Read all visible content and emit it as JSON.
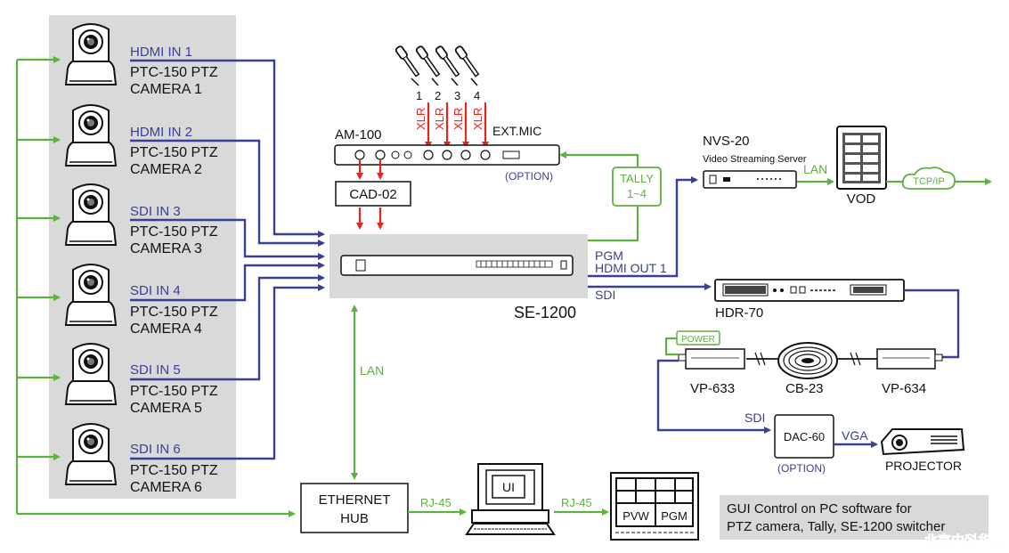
{
  "cameras": [
    {
      "input": "HDMI IN 1",
      "model": "PTC-150 PTZ",
      "name": "CAMERA 1"
    },
    {
      "input": "HDMI IN 2",
      "model": "PTC-150 PTZ",
      "name": "CAMERA 2"
    },
    {
      "input": "SDI IN 3",
      "model": "PTC-150 PTZ",
      "name": "CAMERA 3"
    },
    {
      "input": "SDI IN 4",
      "model": "PTC-150 PTZ",
      "name": "CAMERA 4"
    },
    {
      "input": "SDI IN 5",
      "model": "PTC-150 PTZ",
      "name": "CAMERA 5"
    },
    {
      "input": "SDI IN 6",
      "model": "PTC-150 PTZ",
      "name": "CAMERA 6"
    }
  ],
  "mics": [
    "1",
    "2",
    "3",
    "4"
  ],
  "labels": {
    "xlr": "XLR",
    "am100": "AM-100",
    "ext_mic": "EXT.MIC",
    "option": "(OPTION)",
    "cad02": "CAD-02",
    "tally": "TALLY",
    "tally_range": "1~4",
    "nvs20": "NVS-20",
    "streaming": "Video Streaming Server",
    "lan": "LAN",
    "vod": "VOD",
    "tcpip": "TCP/IP",
    "pgm": "PGM",
    "hdmi_out": "HDMI OUT 1",
    "sdi": "SDI",
    "se1200": "SE-1200",
    "hdr70": "HDR-70",
    "power": "POWER",
    "vp633": "VP-633",
    "cb23": "CB-23",
    "vp634": "VP-634",
    "dac60": "DAC-60",
    "vga": "VGA",
    "projector": "PROJECTOR",
    "hub_line1": "ETHERNET",
    "hub_line2": "HUB",
    "rj45": "RJ-45",
    "ui": "UI",
    "pvw": "PVW",
    "pgm_monitor": "PGM",
    "gui_line1": "GUI Control on PC software for",
    "gui_line2": "PTZ camera, Tally, SE-1200 switcher",
    "watermark": "北京中科华泰"
  },
  "colors": {
    "video_line": "#3a3f95",
    "control_line": "#5db13e",
    "audio_line": "#e0261d",
    "camera_panel": "#d9d9d9"
  }
}
